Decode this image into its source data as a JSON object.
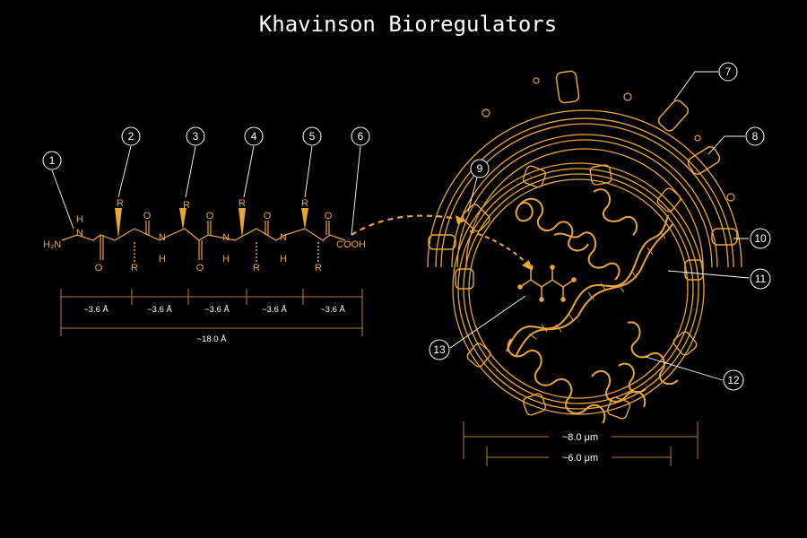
{
  "title": "Khavinson Bioregulators",
  "colors": {
    "background": "#000000",
    "accent": "#e9a53a",
    "lines": "#ffffff"
  },
  "peptide": {
    "n_terminus": "H₂N",
    "c_terminus": "COOH",
    "side_chain": "R",
    "amide_h": "H",
    "amide_n": "N",
    "carbonyl_o": "O"
  },
  "measurements": {
    "residue_spacing": [
      "~3.6 Å",
      "~3.6 Å",
      "~3.6 Å",
      "~3.6 Å",
      "~3.6 Å"
    ],
    "total_length": "~18.0 Å",
    "cell_diameter": "~8.0 μm",
    "nucleus_diameter": "~6.0 μm"
  },
  "callouts": [
    "1",
    "2",
    "3",
    "4",
    "5",
    "6",
    "7",
    "8",
    "9",
    "10",
    "11",
    "12",
    "13"
  ]
}
